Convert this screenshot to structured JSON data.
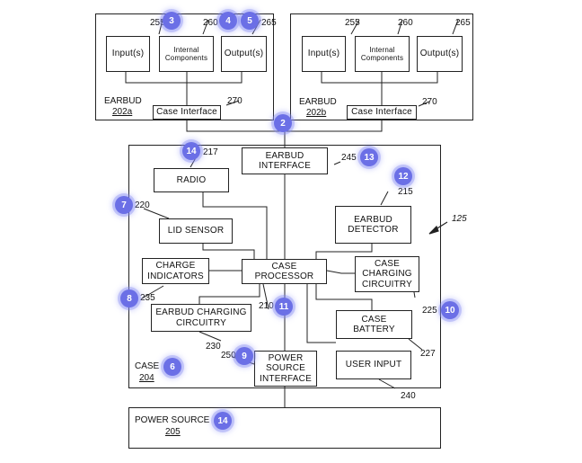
{
  "earbud_a": {
    "label": "EARBUD",
    "id": "202a",
    "inputs": "Input(s)",
    "internal_line1": "Internal",
    "internal_line2": "Components",
    "outputs": "Output(s)",
    "case_interface": "Case Interface",
    "ref_inputs": "255",
    "ref_internal": "260",
    "ref_outputs": "265",
    "ref_case_interface": "270"
  },
  "earbud_b": {
    "label": "EARBUD",
    "id": "202b",
    "inputs": "Input(s)",
    "internal_line1": "Internal",
    "internal_line2": "Components",
    "outputs": "Output(s)",
    "case_interface": "Case Interface",
    "ref_inputs": "255",
    "ref_internal": "260",
    "ref_outputs": "265",
    "ref_case_interface": "270"
  },
  "case": {
    "label": "CASE",
    "id": "204",
    "ref_case_figure": "125",
    "earbud_interface": {
      "line1": "EARBUD",
      "line2": "INTERFACE",
      "ref": "245"
    },
    "radio": {
      "line1": "RADIO",
      "ref": "217"
    },
    "lid_sensor": {
      "line1": "LID SENSOR",
      "ref": "220"
    },
    "charge_indicators": {
      "line1": "CHARGE",
      "line2": "INDICATORS",
      "ref": "235"
    },
    "case_processor": {
      "line1": "CASE",
      "line2": "PROCESSOR",
      "ref": "210"
    },
    "earbud_detector": {
      "line1": "EARBUD",
      "line2": "DETECTOR",
      "ref": "215"
    },
    "case_charging": {
      "line1": "CASE",
      "line2": "CHARGING",
      "line3": "CIRCUITRY",
      "ref": "225"
    },
    "earbud_charging": {
      "line1": "EARBUD CHARGING",
      "line2": "CIRCUITRY",
      "ref": "230"
    },
    "case_battery": {
      "line1": "CASE",
      "line2": "BATTERY",
      "ref": "227"
    },
    "power_source_interface": {
      "line1": "POWER",
      "line2": "SOURCE",
      "line3": "INTERFACE",
      "ref": "250"
    },
    "user_input": {
      "line1": "USER INPUT",
      "ref": "240"
    }
  },
  "power_source": {
    "label": "POWER SOURCE",
    "id": "205"
  },
  "badges": {
    "b3": "3",
    "b4": "4",
    "b5": "5",
    "b2": "2",
    "b14a": "14",
    "b13": "13",
    "b12": "12",
    "b7": "7",
    "b8": "8",
    "b11": "11",
    "b10": "10",
    "b9": "9",
    "b6": "6",
    "b14b": "14"
  }
}
